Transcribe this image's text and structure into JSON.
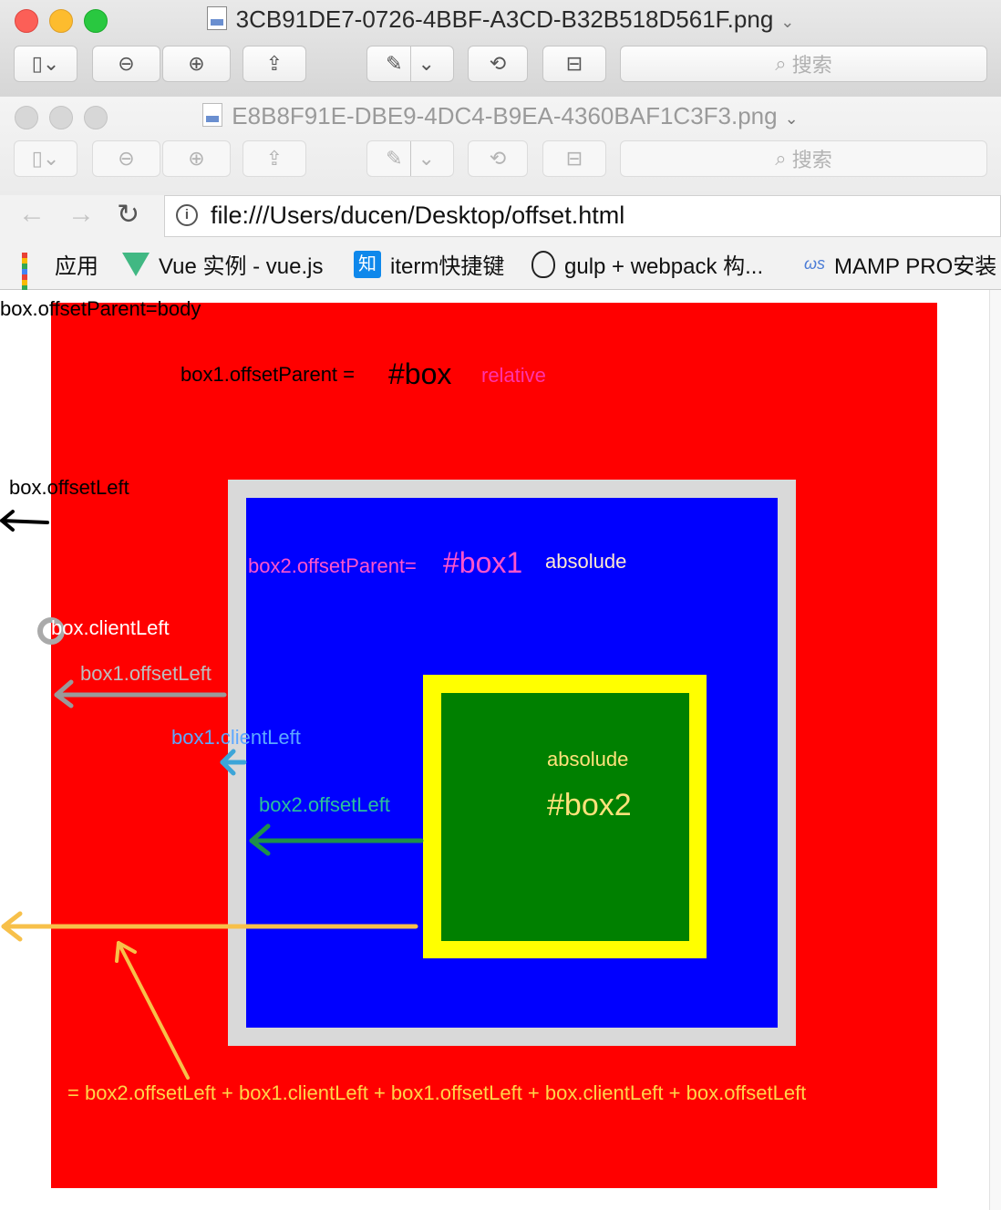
{
  "preview_front": {
    "title": "3CB91DE7-0726-4BBF-A3CD-B32B518D561F.png",
    "search_placeholder": "搜索"
  },
  "preview_back": {
    "title": "E8B8F91E-DBE9-4DC4-B9EA-4360BAF1C3F3.png",
    "search_placeholder": "搜索"
  },
  "browser": {
    "url": "file:///Users/ducen/Desktop/offset.html",
    "bookmarks": [
      {
        "label": "应用",
        "icon": "apps-grid-icon"
      },
      {
        "label": "Vue 实例 - vue.js",
        "icon": "vue-logo-icon"
      },
      {
        "label": "iterm快捷键",
        "icon": "zhihu-logo-icon"
      },
      {
        "label": "gulp + webpack 构...",
        "icon": "gulp-logo-icon"
      },
      {
        "label": "MAMP PRO安装",
        "icon": "mamp-logo-icon"
      }
    ]
  },
  "diagram": {
    "colors": {
      "box": "#ff0000",
      "box1": "#0000ff",
      "box1_border": "#d9d9d9",
      "box2": "#008000",
      "box2_border": "#ffff00"
    },
    "labels": {
      "box_offset_parent": "box.offsetParent=body",
      "box1_offset_parent": "box1.offsetParent =",
      "box1_offset_parent_value": "#box",
      "box_position": "relative",
      "box_offset_left": "box.offsetLeft",
      "box2_offset_parent": "box2.offsetParent=",
      "box2_offset_parent_value": "#box1",
      "box1_position": "absolude",
      "box_client_left": "box.clientLeft",
      "box1_offset_left": "box1.offsetLeft",
      "box1_client_left": "box1.clientLeft",
      "box2_offset_left": "box2.offsetLeft",
      "box2_position": "absolude",
      "box2_id": "#box2",
      "formula": "= box2.offsetLeft + box1.clientLeft + box1.offsetLeft + box.clientLeft + box.offsetLeft"
    }
  }
}
